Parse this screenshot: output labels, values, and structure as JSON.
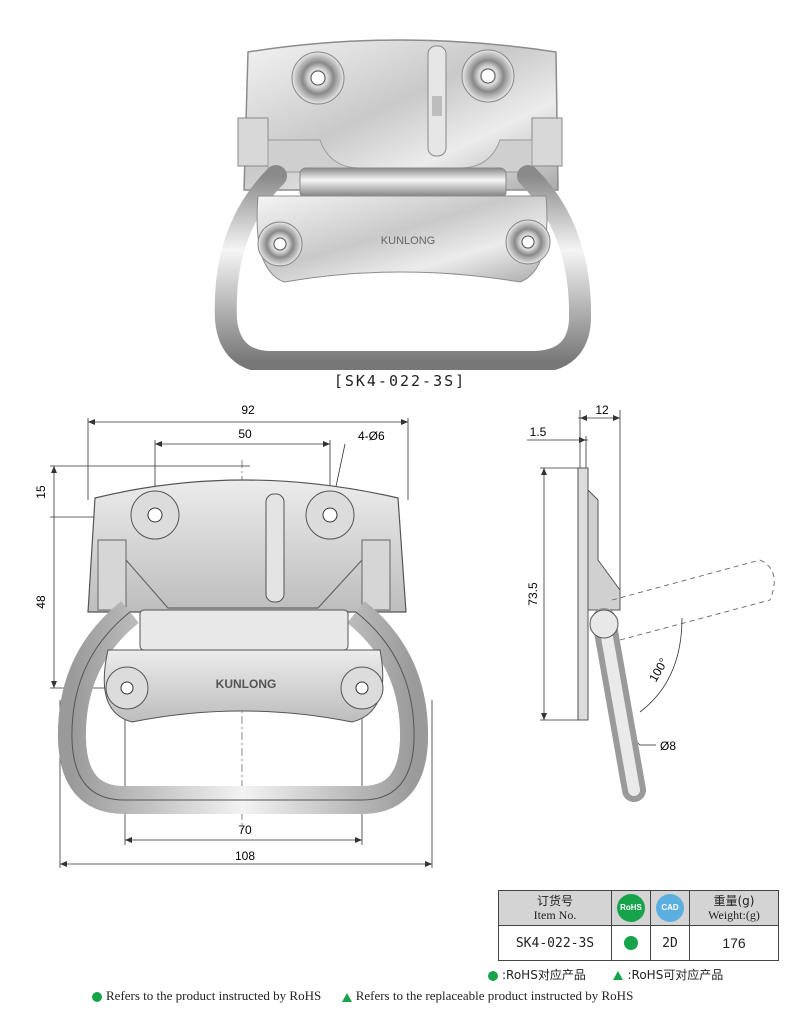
{
  "product": {
    "caption": "[SK4-022-3S]",
    "brand_mark": "KUNLONG"
  },
  "front_view": {
    "dims": {
      "overall_width": "92",
      "hole_spacing": "50",
      "hole_note": "4-Ø6",
      "top_to_hole": "15",
      "hole_to_hole_vertical": "48",
      "handle_inner_width": "70",
      "handle_outer_width": "108"
    }
  },
  "side_view": {
    "dims": {
      "depth": "12",
      "plate_thickness": "1.5",
      "height": "73.5",
      "rotation_angle": "100°",
      "rod_diameter": "Ø8"
    }
  },
  "spec_table": {
    "header_item_cn": "订货号",
    "header_item_en": "Item No.",
    "rohs_icon_text": "RoHS",
    "cad_icon_text": "CAD",
    "header_weight_cn": "重量(g)",
    "header_weight_en": "Weight:(g)",
    "item_no": "SK4-022-3S",
    "cad_value": "2D",
    "weight": "176"
  },
  "legend": {
    "rohs_cn": ":RoHS对应产品",
    "replaceable_cn": ":RoHS可对应产品",
    "rohs_en": "Refers to the product instructed by RoHS",
    "replaceable_en": "Refers to the replaceable product instructed by RoHS"
  },
  "colors": {
    "status_green": "#17a34a",
    "cad_blue": "#5aaee0",
    "table_header_gray": "#d4d4d4"
  }
}
